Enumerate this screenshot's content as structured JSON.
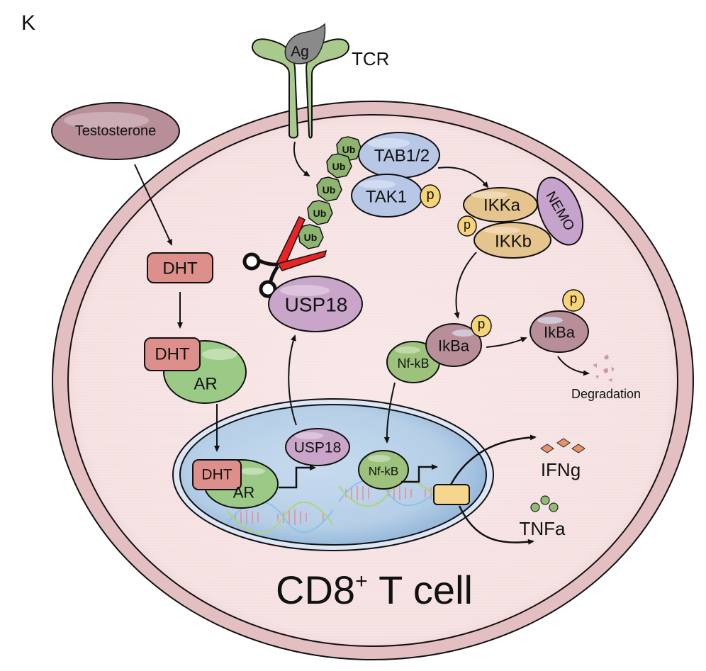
{
  "panel_label": "K",
  "receptor": {
    "label": "TCR",
    "antigen": "Ag"
  },
  "extracellular": {
    "hormone": "Testosterone"
  },
  "cytoplasm": {
    "dht": "DHT",
    "dht_ar_complex": {
      "dht": "DHT",
      "ar": "AR"
    },
    "ubiquitin": [
      "Ub",
      "Ub",
      "Ub",
      "Ub",
      "Ub"
    ],
    "usp18": "USP18",
    "tab": "TAB1/2",
    "tak": "TAK1",
    "phospho": "p",
    "ikka": "IKKa",
    "ikkb": "IKKb",
    "nemo": "NEMO",
    "ikba_bound": "IkBa",
    "ikba_free": "IkBa",
    "nfkb": "Nf-kB",
    "degradation": "Degradation"
  },
  "nucleus": {
    "dht": "DHT",
    "ar": "AR",
    "usp18": "USP18",
    "nfkb": "Nf-kB"
  },
  "outputs": {
    "ifng": "IFNg",
    "tnfa": "TNFa"
  },
  "cell_label": {
    "main": "CD8",
    "sup": "+",
    "rest": " T cell"
  },
  "colors": {
    "membrane": "#e3bfc1",
    "cytoplasm": "#f6e1e1",
    "nucleus": "#bcd4ea",
    "receptor_green": "#a9c98d",
    "ub_green": "#8db56f",
    "tab_blue": "#b8c7e6",
    "ikk_tan": "#e6c48e",
    "nemo_purple": "#c6a3cc",
    "usp18_purple": "#c9a6c9",
    "ikba_mauve": "#b88f99",
    "nfkb_green": "#9dc27c",
    "dht_red": "#dc8f8b",
    "ar_green": "#9bca87",
    "phospho_yellow": "#f8d479",
    "scissor_red": "#e82424",
    "ifng_orange": "#e8926a",
    "tnfa_green": "#91bb73",
    "gene_yellow": "#f6d68e"
  }
}
